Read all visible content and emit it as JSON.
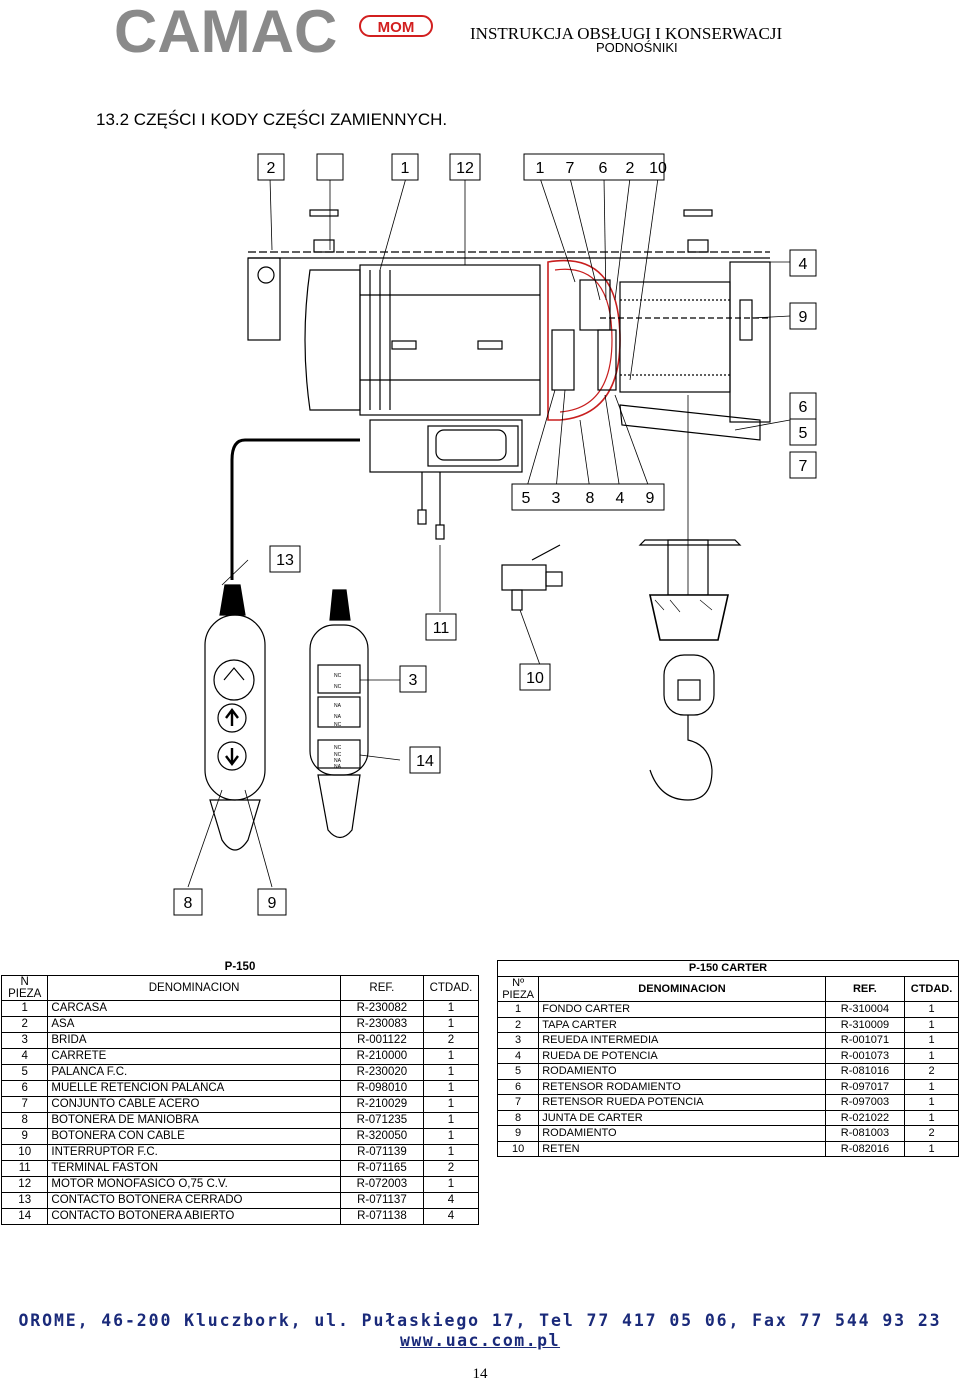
{
  "header": {
    "brand": "CAMAC",
    "brand_badge": "MOM",
    "title": "INSTRUKCJA OBSŁUGI I KONSERWACJI",
    "subtitle": "PODNOŚNIKI"
  },
  "section_title": "13.2    CZĘŚCI I KODY CZĘŚCI ZAMIENNYCH.",
  "diagram": {
    "callouts_top": [
      "2",
      "",
      "1",
      "12",
      "1",
      "7",
      "6",
      "2",
      "10"
    ],
    "callouts_right": [
      "4",
      "9",
      "6",
      "5",
      "7"
    ],
    "callouts_bottom_row": [
      "5",
      "3",
      "8",
      "4",
      "9"
    ],
    "callouts_misc": [
      "13",
      "11",
      "3",
      "10",
      "14",
      "8",
      "9"
    ],
    "switch_labels": [
      "NC",
      "NC",
      "NA",
      "NA",
      "NC",
      "NC",
      "NC",
      "NA",
      "NA"
    ]
  },
  "table_left": {
    "title": "P-150",
    "headers": [
      "N PIEZA",
      "DENOMINACION",
      "REF.",
      "CTDAD."
    ],
    "rows": [
      [
        "1",
        "CARCASA",
        "R-230082",
        "1"
      ],
      [
        "2",
        "ASA",
        "R-230083",
        "1"
      ],
      [
        "3",
        "BRIDA",
        "R-001122",
        "2"
      ],
      [
        "4",
        "CARRETE",
        "R-210000",
        "1"
      ],
      [
        "5",
        "PALANCA F.C.",
        "R-230020",
        "1"
      ],
      [
        "6",
        "MUELLE RETENCION PALANCA",
        "R-098010",
        "1"
      ],
      [
        "7",
        "CONJUNTO CABLE ACERO",
        "R-210029",
        "1"
      ],
      [
        "8",
        "BOTONERA DE MANIOBRA",
        "R-071235",
        "1"
      ],
      [
        "9",
        "BOTONERA CON CABLE",
        "R-320050",
        "1"
      ],
      [
        "10",
        "INTERRUPTOR F.C.",
        "R-071139",
        "1"
      ],
      [
        "11",
        "TERMINAL FASTON",
        "R-071165",
        "2"
      ],
      [
        "12",
        "MOTOR MONOFASICO O,75 C.V.",
        "R-072003",
        "1"
      ],
      [
        "13",
        "CONTACTO BOTONERA CERRADO",
        "R-071137",
        "4"
      ],
      [
        "14",
        "CONTACTO BOTONERA ABIERTO",
        "R-071138",
        "4"
      ]
    ]
  },
  "table_right": {
    "title": "P-150     CARTER",
    "headers": [
      "Nº PIEZA",
      "DENOMINACION",
      "REF.",
      "CTDAD."
    ],
    "rows": [
      [
        "1",
        "FONDO CARTER",
        "R-310004",
        "1"
      ],
      [
        "2",
        "TAPA CARTER",
        "R-310009",
        "1"
      ],
      [
        "3",
        "REUEDA INTERMEDIA",
        "R-001071",
        "1"
      ],
      [
        "4",
        "RUEDA DE POTENCIA",
        "R-001073",
        "1"
      ],
      [
        "5",
        "RODAMIENTO",
        "R-081016",
        "2"
      ],
      [
        "6",
        "RETENSOR RODAMIENTO",
        "R-097017",
        "1"
      ],
      [
        "7",
        "RETENSOR RUEDA POTENCIA",
        "R-097003",
        "1"
      ],
      [
        "8",
        "JUNTA DE CARTER",
        "R-021022",
        "1"
      ],
      [
        "9",
        "RODAMIENTO",
        "R-081003",
        "2"
      ],
      [
        "10",
        "RETEN",
        "R-082016",
        "1"
      ]
    ]
  },
  "footer": {
    "company": "OROME, 46-200 Kluczbork, ul. Pułaskiego 17, Tel 77 417 05 06, Fax 77 544 93 23",
    "url": "www.uac.com.pl",
    "page_number": "14"
  },
  "colors": {
    "brand_gray": "#8a8a8a",
    "badge_red": "#d21f1f",
    "footer_blue": "#1a2a7a",
    "casing_red": "#c81e1e"
  }
}
